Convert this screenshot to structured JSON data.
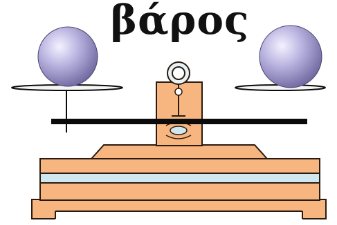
{
  "title": "βάρος",
  "colors": {
    "base_orange": "#f7b680",
    "base_outline": "#2b1a10",
    "stripe_blue": "#cfe8ef",
    "beam": "#0b0b0b",
    "sphere_light": "#f4f2ff",
    "sphere_mid": "#b9b3e0",
    "sphere_dark": "#6f679e"
  },
  "icons": {
    "left_weight": "sphere",
    "right_weight": "sphere",
    "scale": "balance-scale"
  }
}
